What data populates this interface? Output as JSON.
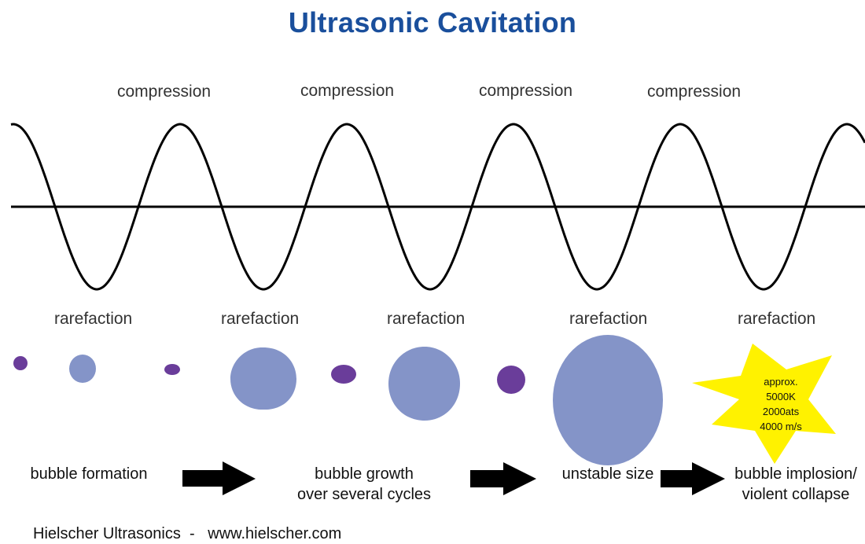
{
  "title": "Ultrasonic Cavitation",
  "wave_labels": {
    "compression": [
      "compression",
      "compression",
      "compression",
      "compression"
    ],
    "rarefaction": [
      "rarefaction",
      "rarefaction",
      "rarefaction",
      "rarefaction",
      "rarefaction"
    ]
  },
  "stages": [
    {
      "line1": "bubble formation",
      "line2": ""
    },
    {
      "line1": "bubble growth",
      "line2": "over several cycles"
    },
    {
      "line1": "unstable size",
      "line2": ""
    },
    {
      "line1": "bubble implosion/",
      "line2": "violent collapse"
    }
  ],
  "implosion": [
    "approx.",
    "5000K",
    "2000ats",
    "4000 m/s"
  ],
  "footer": "Hielscher Ultrasonics  -   www.hielscher.com",
  "colors": {
    "title": "#1a4f9c",
    "bubble_small": "#6a3d9a",
    "bubble_large": "#8494c8",
    "star": "#fff200",
    "arrow": "#000000",
    "wave": "#000000"
  }
}
